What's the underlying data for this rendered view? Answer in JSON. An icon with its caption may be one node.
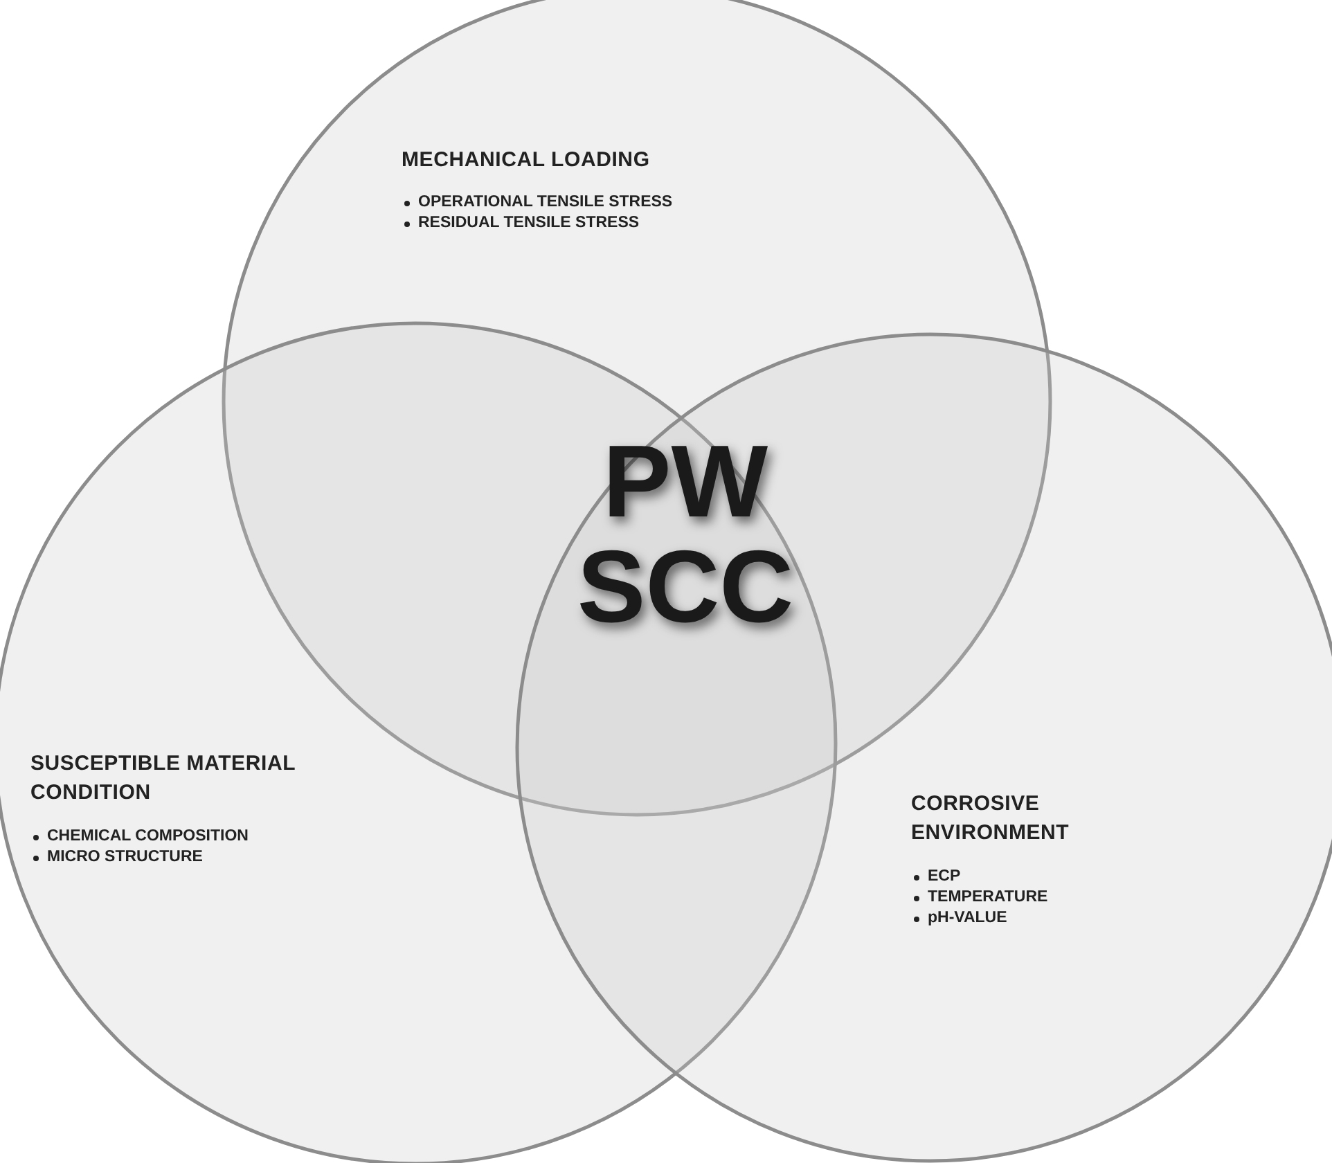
{
  "diagram": {
    "nodes": [
      {
        "text": [
          "MECHANICAL LOADING",
          "OPERATIONAL TENSILE STRESS",
          "RESIDUAL TENSILE STRESS"
        ]
      },
      {
        "text": [
          "SUSCEPTIBLE MATERIAL CONDITION",
          "CHEMICAL COMPOSITION",
          "MICRO STRUCTURE"
        ]
      },
      {
        "text": [
          "CORROSIVE ENVIRONMENT",
          "ECP",
          "TEMPERATURE",
          "pH-VALUE"
        ]
      }
    ],
    "labels": [
      "PW SCC"
    ]
  }
}
